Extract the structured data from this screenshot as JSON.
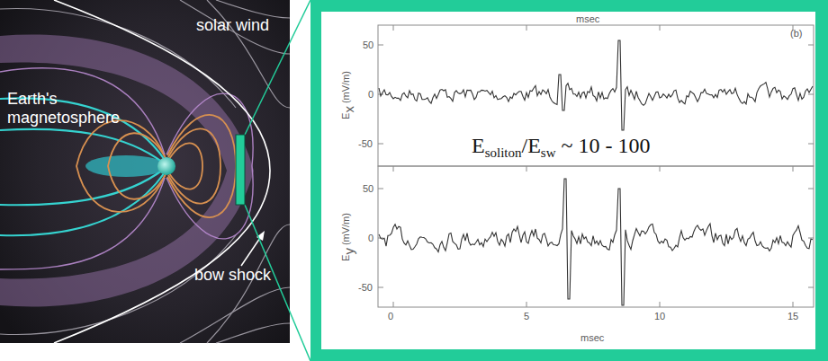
{
  "diagram": {
    "labels": [
      "solar wind",
      "Earth's magnetosphere",
      "bow shock",
      "msec",
      "(b)",
      "E",
      "x",
      "(mV/m)",
      "50",
      "0",
      "-50",
      "E",
      "y",
      "(mV/m)",
      "50",
      "0",
      "-50",
      "0",
      "5",
      "10",
      "15",
      "msec",
      "E",
      "soliton",
      "/E",
      "sw",
      "~ 10 - 100"
    ]
  }
}
